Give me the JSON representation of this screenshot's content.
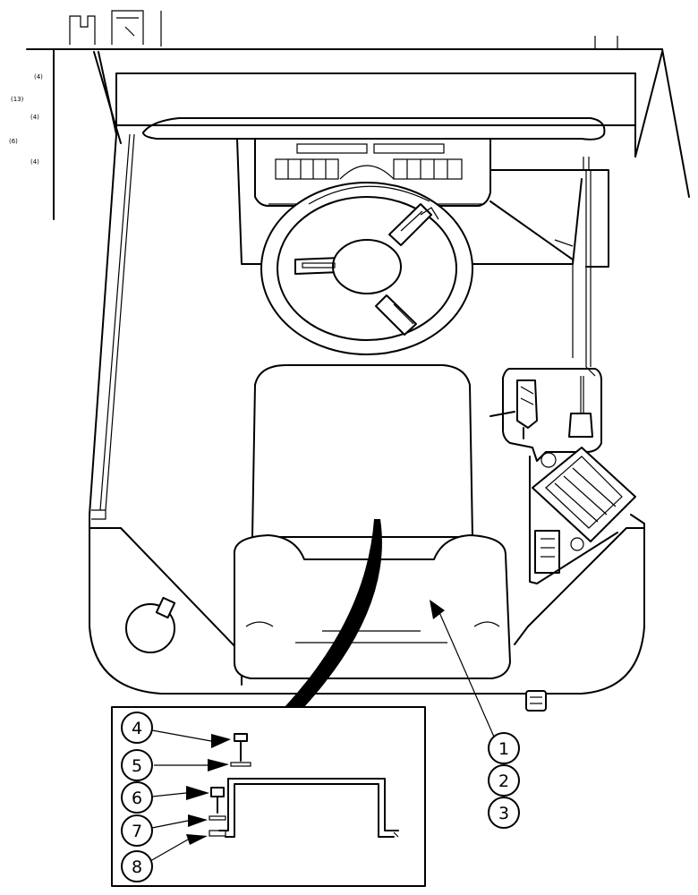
{
  "diagram": {
    "callouts_main": [
      "1",
      "2",
      "3"
    ],
    "callouts_detail": [
      "4",
      "5",
      "6",
      "7",
      "8"
    ],
    "margin_marks": [
      "(4)",
      "(13)",
      "(4)",
      "(6)",
      "(4)"
    ]
  }
}
